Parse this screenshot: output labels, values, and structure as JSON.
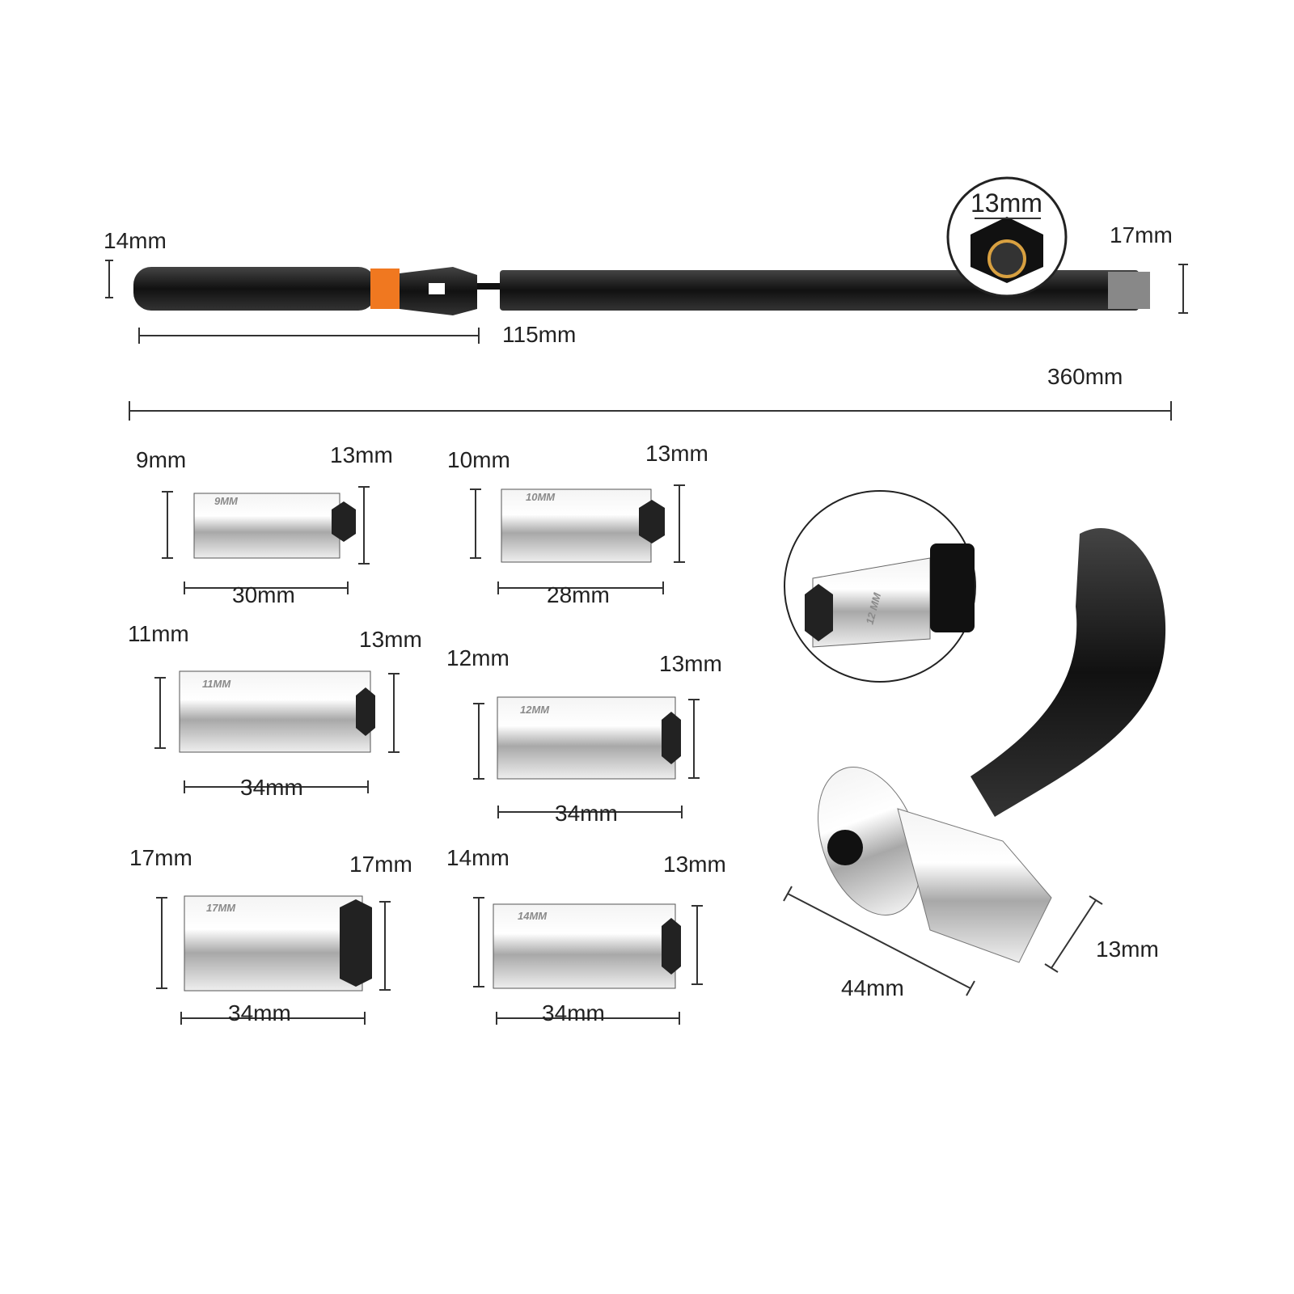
{
  "wrench": {
    "handle_diameter": "14mm",
    "ring_size": "13mm",
    "end_size": "17mm",
    "handle_length": "115mm",
    "total_length": "360mm"
  },
  "sockets": [
    {
      "stamp": "9MM",
      "small_end": "9mm",
      "large_end": "13mm",
      "length": "30mm"
    },
    {
      "stamp": "10MM",
      "small_end": "10mm",
      "large_end": "13mm",
      "length": "28mm"
    },
    {
      "stamp": "11MM",
      "small_end": "11mm",
      "large_end": "13mm",
      "length": "34mm"
    },
    {
      "stamp": "12MM",
      "small_end": "12mm",
      "large_end": "13mm",
      "length": "34mm"
    },
    {
      "stamp": "17MM",
      "small_end": "17mm",
      "large_end": "17mm",
      "length": "34mm"
    },
    {
      "stamp": "14MM",
      "small_end": "14mm",
      "large_end": "13mm",
      "length": "34mm"
    }
  ],
  "head": {
    "stamp": "12 MM",
    "length": "44mm",
    "drive_size": "13mm"
  },
  "colors": {
    "accent": "#f07820",
    "metal": "#d8d8d8",
    "black": "#1a1a1a"
  }
}
